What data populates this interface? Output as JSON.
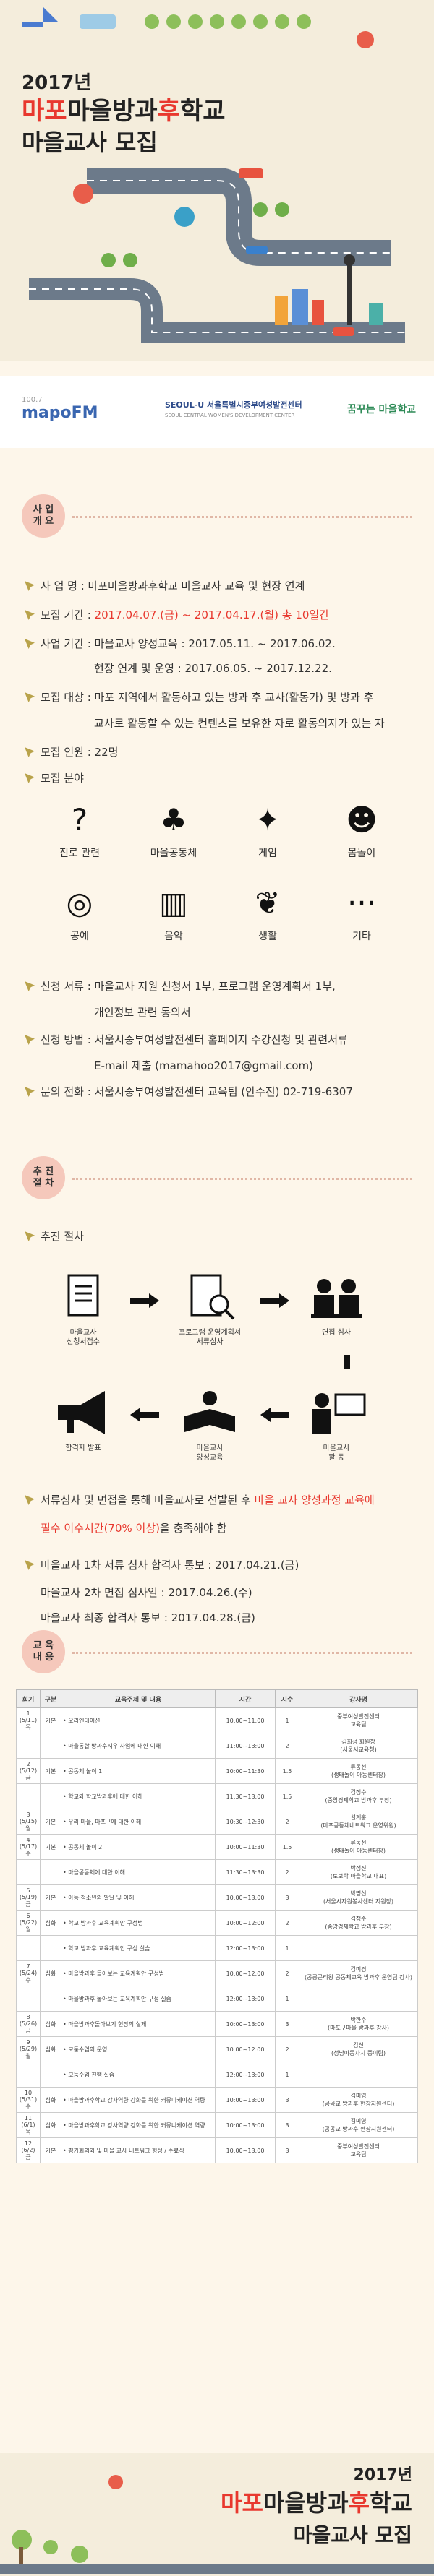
{
  "hero": {
    "year": "2017년",
    "title_prefix_red": "마포",
    "title_mid1": "마을방과",
    "title_red2": "후",
    "title_end": "학교",
    "subtitle": "마을교사 모집"
  },
  "logos": {
    "mapofm": "mapoFM",
    "mapofm_freq": "100.7",
    "seoulu_line1": "SEOUL-U 서울특별시중부여성발전센터",
    "seoulu_line2": "SEOUL CENTRAL WOMEN'S DEVELOPMENT CENTER",
    "third": "꿈꾸는 마을학교"
  },
  "sec1": {
    "badge": "사 업\n개 요",
    "items": [
      {
        "label": "사  업  명 : 마포마을방과후학교 마을교사 교육 및 현장 연계"
      },
      {
        "label": "모집 기간 : ",
        "red": "2017.04.07.(금) ~ 2017.04.17.(월) 총 10일간"
      },
      {
        "label": "사업 기간 : 마을교사 양성교육 : 2017.05.11. ~ 2017.06.02."
      },
      {
        "label": "모집 대상 : 마포 지역에서 활동하고 있는 방과 후 교사(활동가) 및 방과 후"
      },
      {
        "label": "모집 인원 : 22명"
      },
      {
        "label": "모집 분야"
      }
    ],
    "period_line2": "현장 연계 및 운영 : 2017.06.05. ~ 2017.12.22.",
    "target_line2": "교사로 활동할 수 있는 컨텐츠를 보유한 자로 활동의지가 있는 자"
  },
  "fields": [
    {
      "label": "진로 관련",
      "icon": "person-icon"
    },
    {
      "label": "마을공동체",
      "icon": "community-icon"
    },
    {
      "label": "게임",
      "icon": "gamepad-icon"
    },
    {
      "label": "몸놀이",
      "icon": "body-play-icon"
    },
    {
      "label": "공예",
      "icon": "tape-icon"
    },
    {
      "label": "음악",
      "icon": "xylophone-icon"
    },
    {
      "label": "생활",
      "icon": "sprout-icon"
    },
    {
      "label": "기타",
      "icon": "ellipsis-icon"
    }
  ],
  "apply": {
    "docs": "신청 서류 : 마을교사 지원 신청서 1부, 프로그램 운영계획서 1부,",
    "docs2": "개인정보 관련 동의서",
    "method": "신청 방법 : 서울시중부여성발전센터 홈페이지 수강신청 및 관련서류",
    "method2": "E-mail 제출 (mamahoo2017@gmail.com)",
    "contact": "문의 전화 : 서울시중부여성발전센터 교육팀 (안수진)  02-719-6307"
  },
  "sec2": {
    "badge": "추 진\n절 차",
    "heading": "추진 절차",
    "steps": [
      {
        "label": "마을교사\n신청서접수"
      },
      {
        "label": "프로그램 운영계획서\n서류심사"
      },
      {
        "label": "면접 심사"
      },
      {
        "label": "합격자 발표"
      },
      {
        "label": "마을교사\n양성교육"
      },
      {
        "label": "마을교사\n활 동"
      }
    ],
    "note_pre": "서류심사 및 면접을 통해 마을교사로 선발된 후 ",
    "note_red": "마을 교사 양성과정 교육에",
    "note2_red": "필수 이수시간(70% 이상)",
    "note2_post": "을 충족해야 함",
    "dates": [
      "마을교사 1차 서류 심사 합격자 통보 : 2017.04.21.(금)",
      "마을교사 2차 면접 심사일 : 2017.04.26.(수)",
      "마을교사 최종 합격자 통보 : 2017.04.28.(금)"
    ]
  },
  "sec3": {
    "badge": "교 육\n내 용",
    "headers": [
      "회기",
      "구분",
      "교육주제 및 내용",
      "시간",
      "시수",
      "강사명"
    ],
    "rows": [
      [
        "1\n(5/11)\n목",
        "기본",
        "• 오리엔테이션",
        "10:00~11:00",
        "1",
        "중부여성발전센터\n교육팀"
      ],
      [
        "",
        "",
        "• 마을통합 방과후지우 사업에 대한 이해",
        "11:00~13:00",
        "2",
        "김희성 회원장\n(서울시교육청)"
      ],
      [
        "2\n(5/12)\n금",
        "기본",
        "• 공동체 놀이 1",
        "10:00~11:30",
        "1.5",
        "류동선\n(생태놀이 아동센터장)"
      ],
      [
        "",
        "",
        "• 학교와 학교방과후에 대한 이해",
        "11:30~13:00",
        "1.5",
        "김정수\n(중앙경제학교 방과후 부장)"
      ],
      [
        "3\n(5/15)\n월",
        "기본",
        "• 우리 마을, 마포구에 대한 이해",
        "10:30~12:30",
        "2",
        "설계홍\n(마포공동체네트워크 운영위원)"
      ],
      [
        "4\n(5/17)\n수",
        "기본",
        "• 공동체 놀이 2",
        "10:00~11:30",
        "1.5",
        "류동선\n(생태놀이 아동센터장)"
      ],
      [
        "",
        "",
        "• 마을공동체에 대한 이해",
        "11:30~13:30",
        "2",
        "박정진\n(토보학 마을학교 대표)"
      ],
      [
        "5\n(5/19)\n금",
        "기본",
        "• 아동·청소년의 발달 및 이해",
        "10:00~13:00",
        "3",
        "박명선\n(서울시자원봉사센터 지원장)"
      ],
      [
        "6\n(5/22)\n월",
        "심화",
        "• 학교 방과후 교육계획안 구성법",
        "10:00~12:00",
        "2",
        "김정수\n(중앙경제학교 방과후 부장)"
      ],
      [
        "",
        "",
        "• 학교 방과후 교육계획안 구성 실습",
        "12:00~13:00",
        "1",
        ""
      ],
      [
        "7\n(5/24)\n수",
        "심화",
        "• 마을방과후 돌아보는 교육계획안 구성법",
        "10:00~12:00",
        "2",
        "김미경\n(공릉곤리왕 공동체교육 방과후 운영팀 강사)"
      ],
      [
        "",
        "",
        "• 마을방과후 돌아보는 교육계획안 구성 실습",
        "12:00~13:00",
        "1",
        ""
      ],
      [
        "8\n(5/26)\n금",
        "심화",
        "• 마을방과후돌아보기 현장의 실제",
        "10:00~13:00",
        "3",
        "박한주\n(마포구마을 방과후 강사)"
      ],
      [
        "9\n(5/29)\n월",
        "심화",
        "• 모둠수업의 운영",
        "10:00~12:00",
        "2",
        "김신\n(성남아동자치 종이팀)"
      ],
      [
        "",
        "",
        "• 모둠수업 진행 실습",
        "12:00~13:00",
        "1",
        ""
      ],
      [
        "10\n(5/31)\n수",
        "심화",
        "• 마을방과후학교 강사역량 강화를 위한 커뮤니케이션 역량",
        "10:00~13:00",
        "3",
        "김미영\n(공공교 방과후 현장지원센터)"
      ],
      [
        "11\n(6/1)\n목",
        "심화",
        "• 마을방과후학교 강사역량 강화를 위한 커뮤니케이션 역량",
        "10:00~13:00",
        "3",
        "김미영\n(공공교 방과후 현장지원센터)"
      ],
      [
        "12\n(6/2)\n금",
        "기본",
        "• 평가회의와 및 마을 교사 네트워크 형성 / 수료식",
        "10:00~13:00",
        "3",
        "중부여성발전센터\n교육팀"
      ]
    ]
  },
  "footer": {
    "year": "2017년",
    "title_red": "마포",
    "title_mid": "마을방과",
    "title_red2": "후",
    "title_end": "학교",
    "subtitle": "마을교사 모집"
  }
}
